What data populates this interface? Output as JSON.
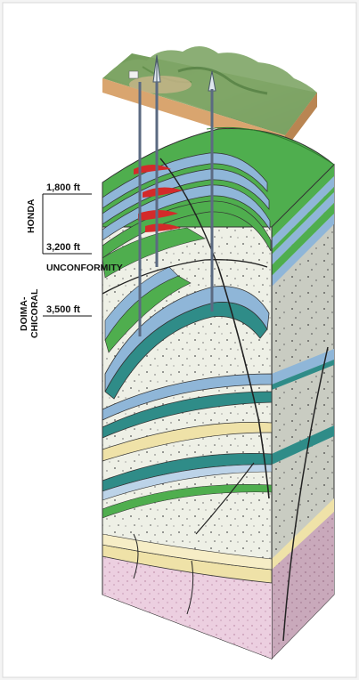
{
  "depth_markers": {
    "top": "1,800 ft",
    "mid": "3,200 ft",
    "lower": "3,500 ft"
  },
  "units": {
    "upper": "HONDA",
    "unconformity": "UNCONFORMITY",
    "lower_line1": "DOIMA-",
    "lower_line2": "CHICORAL"
  },
  "colors": {
    "green_layer": "#4fae4e",
    "blue_layer": "#8fb6d8",
    "teal_layer": "#2f8c88",
    "sand_layer": "#efe2a8",
    "red_reservoir": "#d42a2a",
    "rock_fill": "#eef0e6",
    "basement": "#eccfe0",
    "terrain_side": "#d9a56f"
  }
}
